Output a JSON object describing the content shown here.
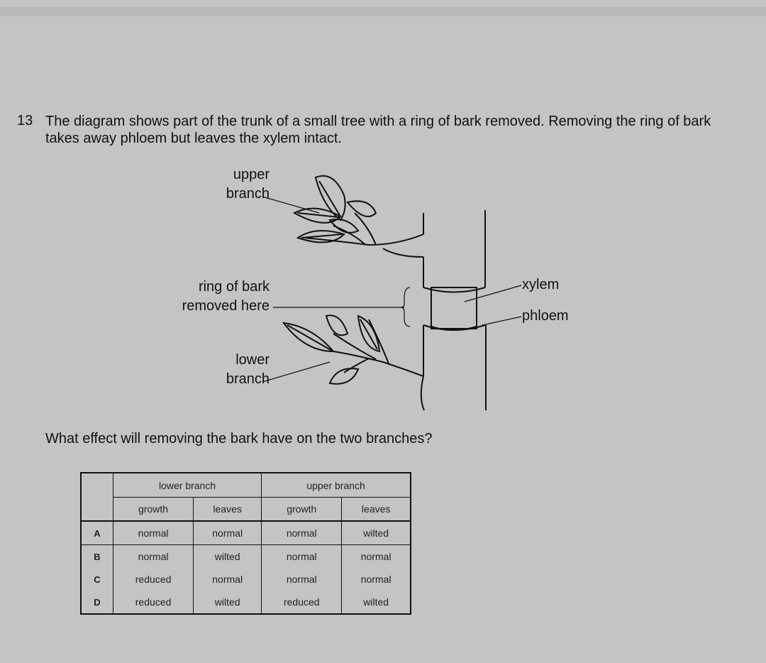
{
  "question": {
    "number": "13",
    "text": "The diagram shows part of the trunk of a small tree with a ring of bark removed. Removing the ring of bark takes away phloem but leaves the xylem intact.",
    "prompt": "What effect will removing the bark have on the two branches?"
  },
  "diagram": {
    "label_upper_1": "upper",
    "label_upper_2": "branch",
    "label_ring_1": "ring of bark",
    "label_ring_2": "removed here",
    "label_lower_1": "lower",
    "label_lower_2": "branch",
    "label_xylem": "xylem",
    "label_phloem": "phloem"
  },
  "table": {
    "group_lower": "lower branch",
    "group_upper": "upper branch",
    "headers": [
      "growth",
      "leaves",
      "growth",
      "leaves"
    ],
    "rows": [
      {
        "option": "A",
        "cells": [
          "normal",
          "normal",
          "normal",
          "wilted"
        ]
      },
      {
        "option": "B",
        "cells": [
          "normal",
          "wilted",
          "normal",
          "normal"
        ]
      },
      {
        "option": "C",
        "cells": [
          "reduced",
          "normal",
          "normal",
          "normal"
        ]
      },
      {
        "option": "D",
        "cells": [
          "reduced",
          "wilted",
          "reduced",
          "wilted"
        ]
      }
    ]
  }
}
